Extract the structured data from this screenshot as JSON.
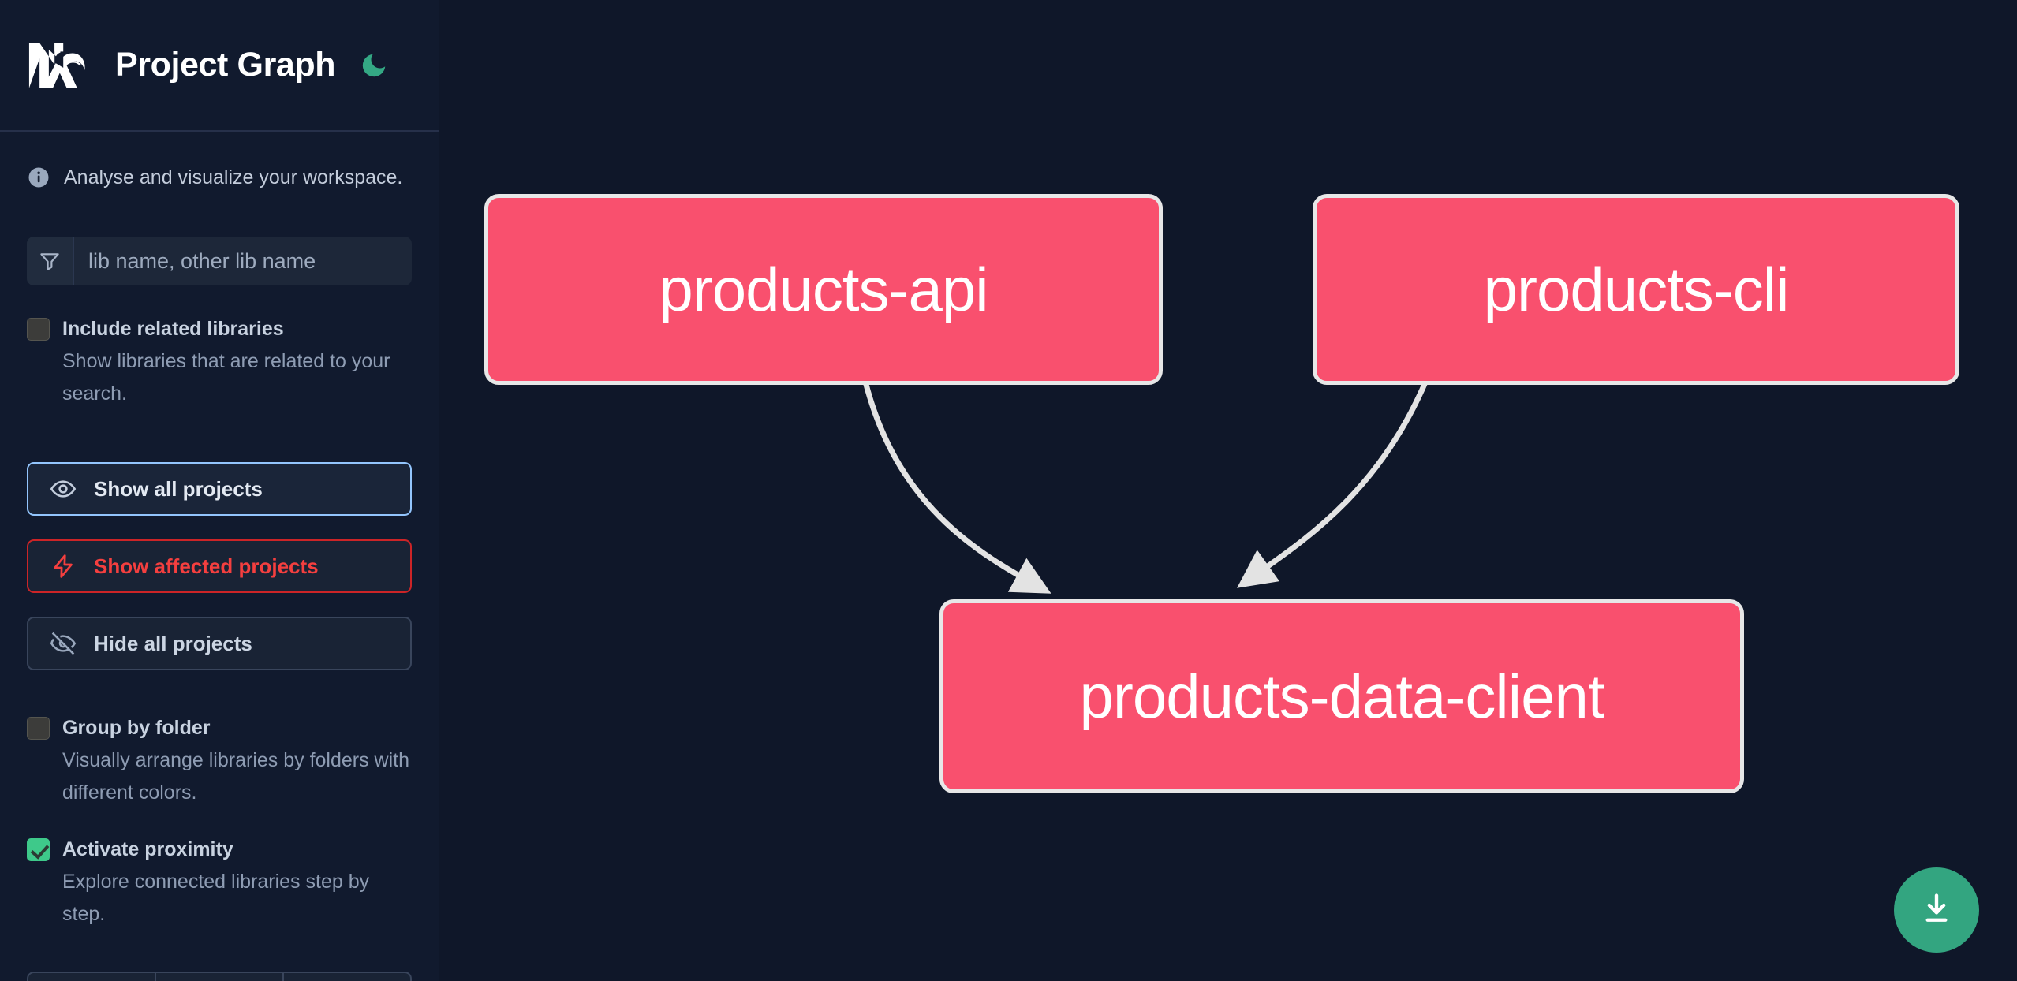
{
  "header": {
    "logo_icon": "nx-logo-icon",
    "title": "Project Graph",
    "theme_toggle_icon": "moon-icon"
  },
  "sidebar": {
    "info": {
      "icon": "info-icon",
      "text": "Analyse and visualize your workspace."
    },
    "filter": {
      "icon": "funnel-icon",
      "placeholder": "lib name, other lib name",
      "value": ""
    },
    "checkboxes": [
      {
        "name": "include-related-libraries",
        "label": "Include related libraries",
        "description": "Show libraries that are related to your search.",
        "checked": false
      },
      {
        "name": "group-by-folder",
        "label": "Group by folder",
        "description": "Visually arrange libraries by folders with different colors.",
        "checked": false
      },
      {
        "name": "activate-proximity",
        "label": "Activate proximity",
        "description": "Explore connected libraries step by step.",
        "checked": true
      }
    ],
    "buttons": [
      {
        "name": "show-all-projects",
        "label": "Show all projects",
        "icon": "eye-icon",
        "state": "focused"
      },
      {
        "name": "show-affected-projects",
        "label": "Show affected projects",
        "icon": "lightning-bolt-icon",
        "state": "danger"
      },
      {
        "name": "hide-all-projects",
        "label": "Hide all projects",
        "icon": "eye-off-icon",
        "state": "default"
      }
    ],
    "segmented": [
      "",
      "",
      ""
    ]
  },
  "graph": {
    "nodes": [
      {
        "id": "products-api",
        "label": "products-api"
      },
      {
        "id": "products-cli",
        "label": "products-cli"
      },
      {
        "id": "products-data-client",
        "label": "products-data-client"
      }
    ],
    "edges": [
      {
        "from": "products-api",
        "to": "products-data-client"
      },
      {
        "from": "products-cli",
        "to": "products-data-client"
      }
    ],
    "download_button": {
      "name": "download-graph-button",
      "icon": "download-icon"
    }
  },
  "colors": {
    "background": "#0f1729",
    "sidebar": "#111a2e",
    "node_fill": "#f9506e",
    "node_border": "#e7e7e7",
    "edge": "#e3e3e3",
    "accent_green": "#33a580",
    "accent_red": "#f43f3f",
    "focus_blue": "#93c5fd"
  }
}
